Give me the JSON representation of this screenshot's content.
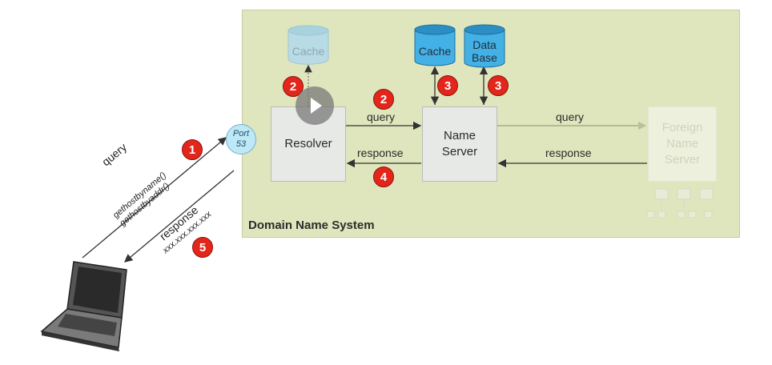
{
  "panel": {
    "title": "Domain Name System"
  },
  "resolver": {
    "label": "Resolver"
  },
  "name_server": {
    "line1": "Name",
    "line2": "Server"
  },
  "foreign_server": {
    "line1": "Foreign",
    "line2": "Name",
    "line3": "Server"
  },
  "resolver_cache": {
    "label": "Cache"
  },
  "ns_cache": {
    "label": "Cache"
  },
  "ns_database": {
    "line1": "Data",
    "line2": "Base"
  },
  "port": {
    "line1": "Port",
    "line2": "53"
  },
  "edges": {
    "resolver_query": "query",
    "resolver_response": "response",
    "foreign_query": "query",
    "foreign_response": "response",
    "client_query": "query",
    "client_funcs": [
      "gethostbyname()",
      "gethostbyaddr()"
    ],
    "client_response": "response",
    "client_address": "xxx.xxx.xxx.xxx"
  },
  "steps": [
    "1",
    "2",
    "2",
    "3",
    "3",
    "4",
    "5"
  ],
  "colors": {
    "panel": "#dfe6bd",
    "badge": "#e3261b",
    "db": "#3aa9e0",
    "port": "#bfe8f6"
  }
}
